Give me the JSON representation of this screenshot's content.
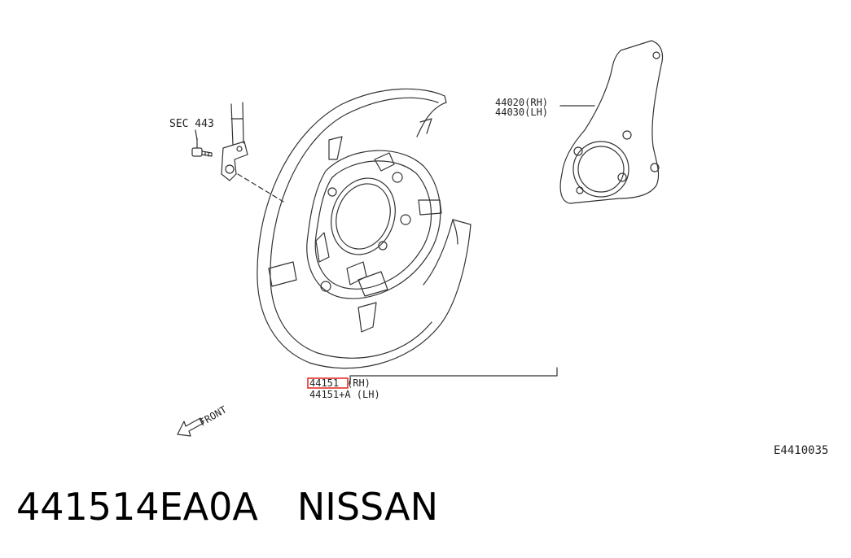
{
  "diagram": {
    "labels": {
      "sec": "SEC 443",
      "part_rh": "44151",
      "part_rh_suffix": "(RH)",
      "part_lh": "44151+A (LH)",
      "plate_rh": "44020(RH)",
      "plate_lh": "44030(LH)",
      "front": "FRONT",
      "figure_code": "E4410035"
    },
    "highlight_color": "#e0201b"
  },
  "footer": {
    "part_number": "441514EA0A",
    "brand": "NISSAN"
  }
}
